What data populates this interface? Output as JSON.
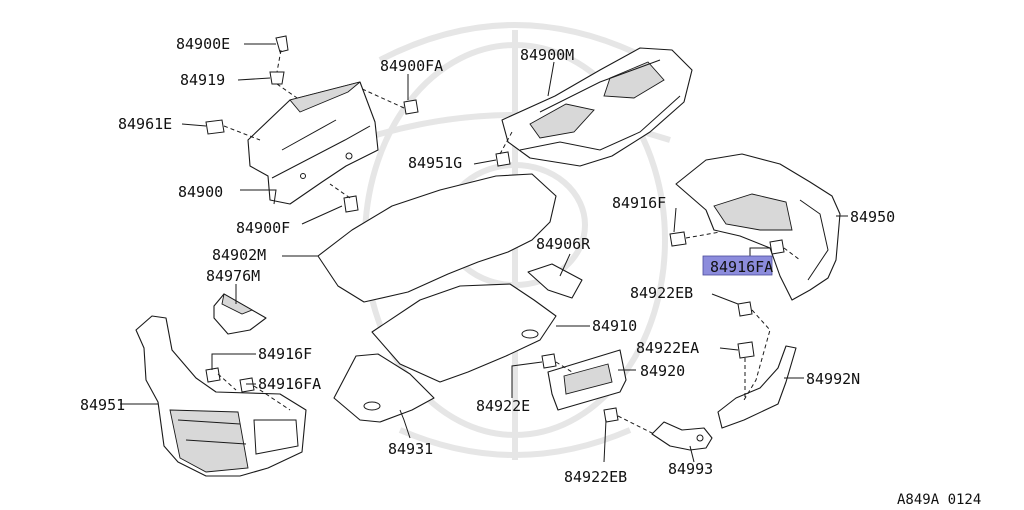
{
  "diagram_id": "A849A 0124",
  "highlight_color": "#8c8cdc",
  "parts": {
    "p84900E": "84900E",
    "p84919": "84919",
    "p84961E": "84961E",
    "p84900FA": "84900FA",
    "p84900M": "84900M",
    "p84951G": "84951G",
    "p84900": "84900",
    "p84900F": "84900F",
    "p84916F_top": "84916F",
    "p84950": "84950",
    "p84916FA_highlight": "84916FA",
    "p84902M": "84902M",
    "p84906R": "84906R",
    "p84976M": "84976M",
    "p84922EB_top": "84922EB",
    "p84910": "84910",
    "p84922EA": "84922EA",
    "p84916F_left": "84916F",
    "p84920": "84920",
    "p84992N": "84992N",
    "p84951": "84951",
    "p84916FA_left": "84916FA",
    "p84922E": "84922E",
    "p84931": "84931",
    "p84993": "84993",
    "p84922EB_bottom": "84922EB"
  }
}
